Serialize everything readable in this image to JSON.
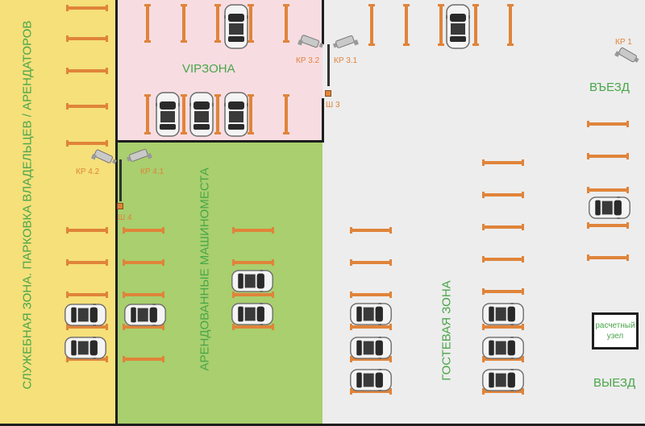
{
  "zones": {
    "vip": "VIPЗОНА",
    "rented": "АРЕНДОВАННЫЕ МАШИНОМЕСТА",
    "guest": "ГОСТЕВАЯ ЗОНА",
    "service": "СЛУЖЕБНАЯ ЗОНА. ПАРКОВКА ВЛАДЕЛЬЦЕВ / АРЕНДАТОРОВ"
  },
  "labels": {
    "entry": "ВЪЕЗД",
    "exit": "ВЫЕЗД",
    "cash_line1": "расчетный",
    "cash_line2": "узел"
  },
  "cameras": [
    {
      "id": "kp1",
      "label": "КР 1"
    },
    {
      "id": "kp31",
      "label": "КР 3.1"
    },
    {
      "id": "kp32",
      "label": "КР 3.2"
    },
    {
      "id": "kp41",
      "label": "КР 4.1"
    },
    {
      "id": "kp42",
      "label": "КР 4.2"
    }
  ],
  "barriers": [
    {
      "id": "sh3",
      "label": "Ш 3"
    },
    {
      "id": "sh4",
      "label": "Ш 4"
    }
  ],
  "colors": {
    "service_zone": "#f5e07a",
    "vip_zone": "#f7dde2",
    "rented_zone": "#a9cf6e",
    "guest_zone": "#ededed",
    "stall_marking": "#e0843a",
    "label_green": "#4aa54a",
    "camera_label": "#e0843a",
    "wall": "#1e1e1e"
  }
}
